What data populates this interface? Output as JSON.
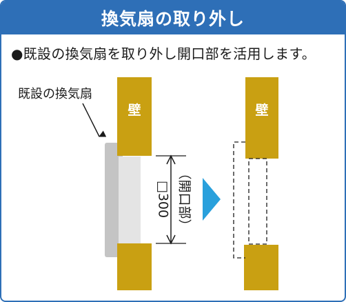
{
  "header": {
    "title": "換気扇の取り外し"
  },
  "intro": {
    "text": "●既設の換気扇を取り外し開口部を活用します。"
  },
  "callout": {
    "label": "既設の換気扇"
  },
  "wall": {
    "label": "壁"
  },
  "dimension": {
    "size": "□300",
    "note": "（開口部）"
  },
  "colors": {
    "header_bg": "#2e6fb7",
    "wall": "#c9a012",
    "fan_body": "#c4c4c4",
    "fan_inner": "#e4e4e4",
    "arrow": "#29a0dc"
  }
}
